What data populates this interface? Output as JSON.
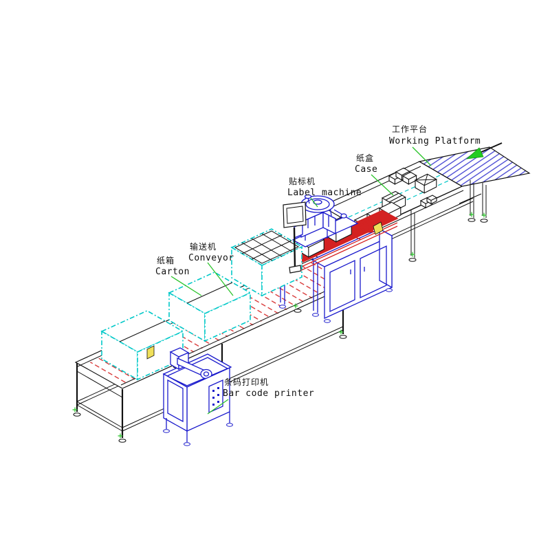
{
  "diagram": {
    "type": "isometric-packaging-line-drawing",
    "colors": {
      "outline": "#111111",
      "roller_hatch": "#d42222",
      "belt_marks": "#d42222",
      "carton_edges": "#00c8c8",
      "machines_blue": "#1a1acc",
      "platform_hatch": "#3a3ad0",
      "leader_green": "#2bc42b",
      "flow_arrow_green": "#22cc22",
      "highlight_yellow": "#f0e05a",
      "background": "#ffffff"
    },
    "labels": {
      "working_platform": {
        "zh": "工作平台",
        "en": "Working Platform"
      },
      "case": {
        "zh": "纸盒",
        "en": "Case"
      },
      "label_machine": {
        "zh": "贴标机",
        "en": "Label machine"
      },
      "conveyor": {
        "zh": "输送机",
        "en": "Conveyor"
      },
      "carton": {
        "zh": "纸箱",
        "en": "Carton"
      },
      "barcode_printer": {
        "zh": "条码打印机",
        "en": "Bar code printer"
      }
    }
  }
}
